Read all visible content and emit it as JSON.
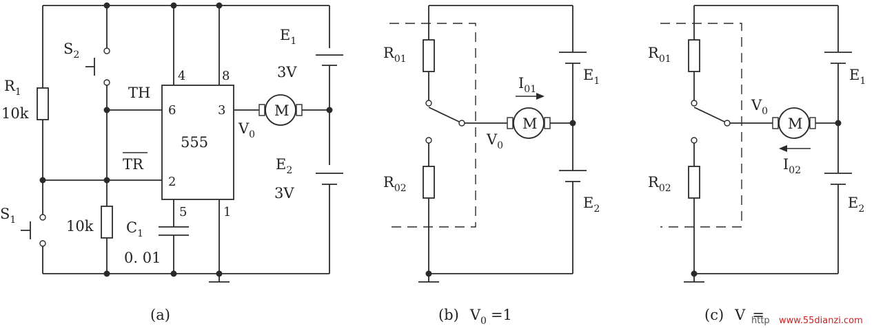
{
  "panel_a": {
    "caption": "(a)",
    "r1": {
      "name": "R",
      "sub": "1",
      "value": "10k"
    },
    "r2_value": "10k",
    "s1": {
      "name": "S",
      "sub": "1"
    },
    "s2": {
      "name": "S",
      "sub": "2"
    },
    "c1": {
      "name": "C",
      "sub": "1",
      "value": "0. 01"
    },
    "e1": {
      "name": "E",
      "sub": "1",
      "value": "3V"
    },
    "e2": {
      "name": "E",
      "sub": "2",
      "value": "3V"
    },
    "ic": {
      "label": "555",
      "th": "TH",
      "tr": "TR",
      "pin4": "4",
      "pin8": "8",
      "pin6": "6",
      "pin3": "3",
      "pin2": "2",
      "pin5": "5",
      "pin1": "1"
    },
    "motor": "M",
    "v0": {
      "name": "V",
      "sub": "0"
    }
  },
  "panel_b": {
    "caption": "(b)",
    "caption_expr": {
      "name": "V",
      "sub": "0",
      "rest": "=1"
    },
    "r01": {
      "name": "R",
      "sub": "01"
    },
    "r02": {
      "name": "R",
      "sub": "02"
    },
    "i01": {
      "name": "I",
      "sub": "01"
    },
    "e1": {
      "name": "E",
      "sub": "1"
    },
    "e2": {
      "name": "E",
      "sub": "2"
    },
    "motor": "M",
    "v0": {
      "name": "V",
      "sub": "0"
    }
  },
  "panel_c": {
    "caption": "(c)",
    "caption_expr": {
      "name": "V",
      "rest": "="
    },
    "r01": {
      "name": "R",
      "sub": "01"
    },
    "r02": {
      "name": "R",
      "sub": "02"
    },
    "i02": {
      "name": "I",
      "sub": "02"
    },
    "e1": {
      "name": "E",
      "sub": "1"
    },
    "e2": {
      "name": "E",
      "sub": "2"
    },
    "motor": "M",
    "v0": {
      "name": "V",
      "sub": "0"
    }
  },
  "watermark": {
    "prefix": "http",
    "site": "www.55dianzi.com"
  }
}
